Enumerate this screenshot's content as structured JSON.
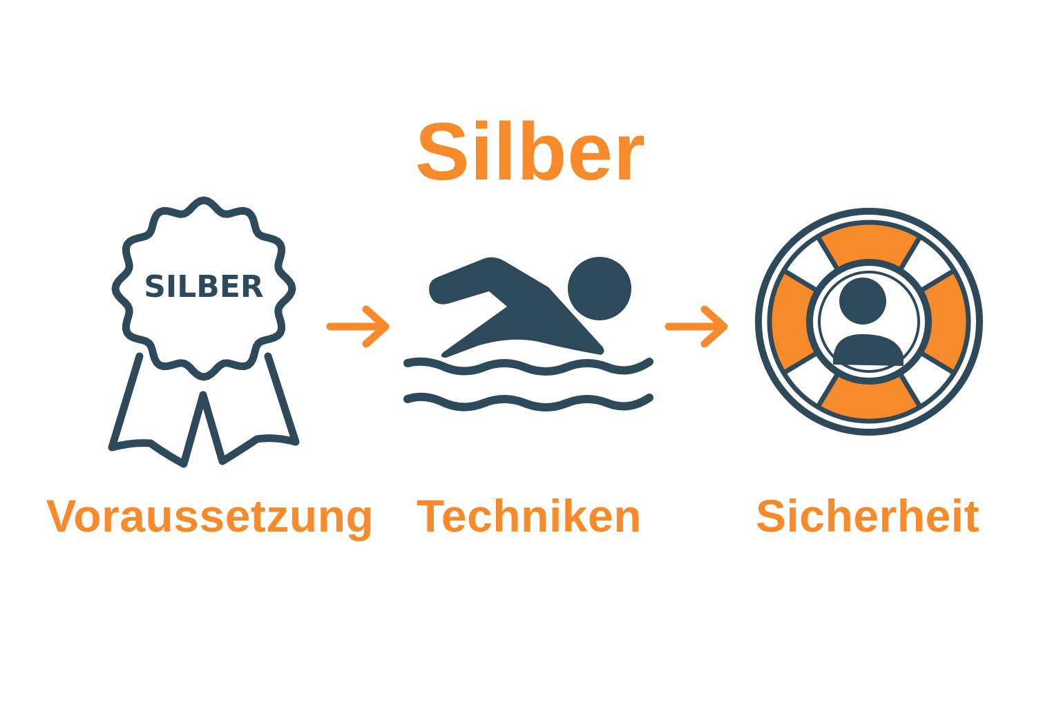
{
  "title": "Silber",
  "steps": [
    {
      "label": "Voraussetzung",
      "icon": "ribbon-badge-icon",
      "badge_text": "SILBER"
    },
    {
      "label": "Techniken",
      "icon": "swimmer-icon"
    },
    {
      "label": "Sicherheit",
      "icon": "lifebuoy-icon"
    }
  ],
  "connectors": [
    "arrow-right-icon",
    "arrow-right-icon"
  ],
  "colors": {
    "accent": "#F78A2A",
    "dark": "#2E4A5A",
    "background": "#FFFFFF"
  }
}
